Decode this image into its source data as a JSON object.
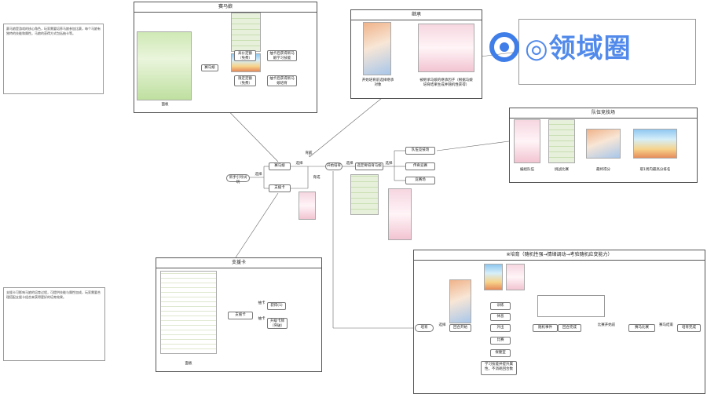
{
  "frames": {
    "gacha": {
      "title": "赛马娘",
      "screen_caption": "面板"
    },
    "inherit": {
      "title": "继承"
    },
    "team": {
      "title": "队伍竞技场"
    },
    "support": {
      "title": "支援卡",
      "screen_caption": "面板"
    },
    "training": {
      "title": "※培育（随机性强→情绪调动→考验随机应变能力）"
    }
  },
  "notes": {
    "gacha": "赛马娘是游戏的核心角色，玩家需要培养马娘参加比赛，每个马娘有独特的技能和属性。马娘的获得方式包括抽卡等。",
    "support": "支援卡可影响马娘的培育过程，可提供技能与属性加成，玩家需要合理搭配支援卡组合来获得更好的培育效果。"
  },
  "nodes": {
    "start": "新手引导试玩",
    "uma": "赛马娘",
    "support": "支援卡",
    "pick": "开始培育",
    "choose": "选定要培育马娘",
    "gacha_uma": "赛马娘",
    "gacha_opt1": "高价定额（免费）",
    "gacha_opt2": "限定定额（免费）",
    "gacha_res1": "抽卡后获得新马娘学习技能",
    "gacha_res2": "抽卡后获得新马娘培育",
    "sup_node": "支援卡",
    "sup_res1": "获得(1)",
    "sup_res2": "升级卡牌（突破）",
    "mode_team": "队伍竞技场",
    "mode_event": "传奇竞赛",
    "mode_room": "竞赛场",
    "train_start": "培育",
    "train_choose": "回合开始",
    "train_event": "随机事件",
    "train_turn": "回合完成",
    "train_race": "赛马比赛",
    "train_end": "培育完成",
    "train_opt1": "训练",
    "train_opt2": "休息",
    "train_opt3": "外出",
    "train_opt4": "比赛",
    "train_opt5": "保健室",
    "train_note": "学习技能并提升属性，不消耗回合数"
  },
  "captions": {
    "inherit1": "开始培育前选择继承对象",
    "inherit2": "被继承马娘的继承因子（根据马娘培育结果生成并随机性获得）",
    "team1": "编组队伍",
    "team2": "挑战比赛",
    "team3": "最终得分",
    "team4": "取1周内最高分排名"
  },
  "edge_labels": {
    "e1": "选择",
    "e2": "选择",
    "e3": "选择",
    "e4": "选择",
    "e5": "育成",
    "e6": "育成",
    "e7": "抽卡",
    "e8": "抽卡",
    "e9": "选择",
    "e10": "比赛开始前",
    "e11": "赛马结束"
  },
  "logo": {
    "text": "◎领域圈",
    "color": "#3f7ee8"
  }
}
